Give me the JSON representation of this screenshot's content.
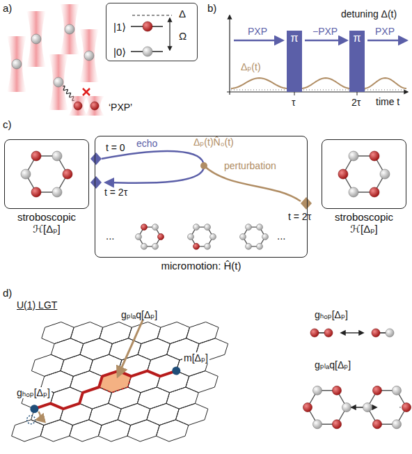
{
  "diagram": {
    "nodes": [
      {
        "text": [
          "|1⟩",
          "|0⟩",
          "Δ",
          "Ω"
        ]
      },
      {
        "text": [
          "π"
        ]
      },
      {
        "text": [
          "π"
        ]
      },
      {
        "text": [
          "stroboscopic",
          "ℋ[Δₚ]"
        ]
      },
      {
        "text": [
          "micromotion: Ĥ(t)"
        ]
      },
      {
        "text": [
          "stroboscopic",
          "ℋ[Δₚ]"
        ]
      }
    ],
    "labels": [
      "a)",
      "‘PXP’",
      "b)",
      "detuning Δ(t)",
      "time t",
      "PXP",
      "−PXP",
      "PXP",
      "Δₚ(t)",
      "τ",
      "2τ",
      "c)",
      "t = 0",
      "t = 2τ",
      "echo",
      "Δₚ(t)N̂₀(t)",
      "perturbation",
      "t = 2τ",
      "...",
      "...",
      "d)",
      "U(1) LGT",
      "gₚₗₐq[Δₚ]",
      "m[Δₚ]",
      "gₕₒₚ[Δₚ]",
      "gₕₒₚ[Δₚ]",
      "gₚₗₐq[Δₚ]"
    ]
  }
}
